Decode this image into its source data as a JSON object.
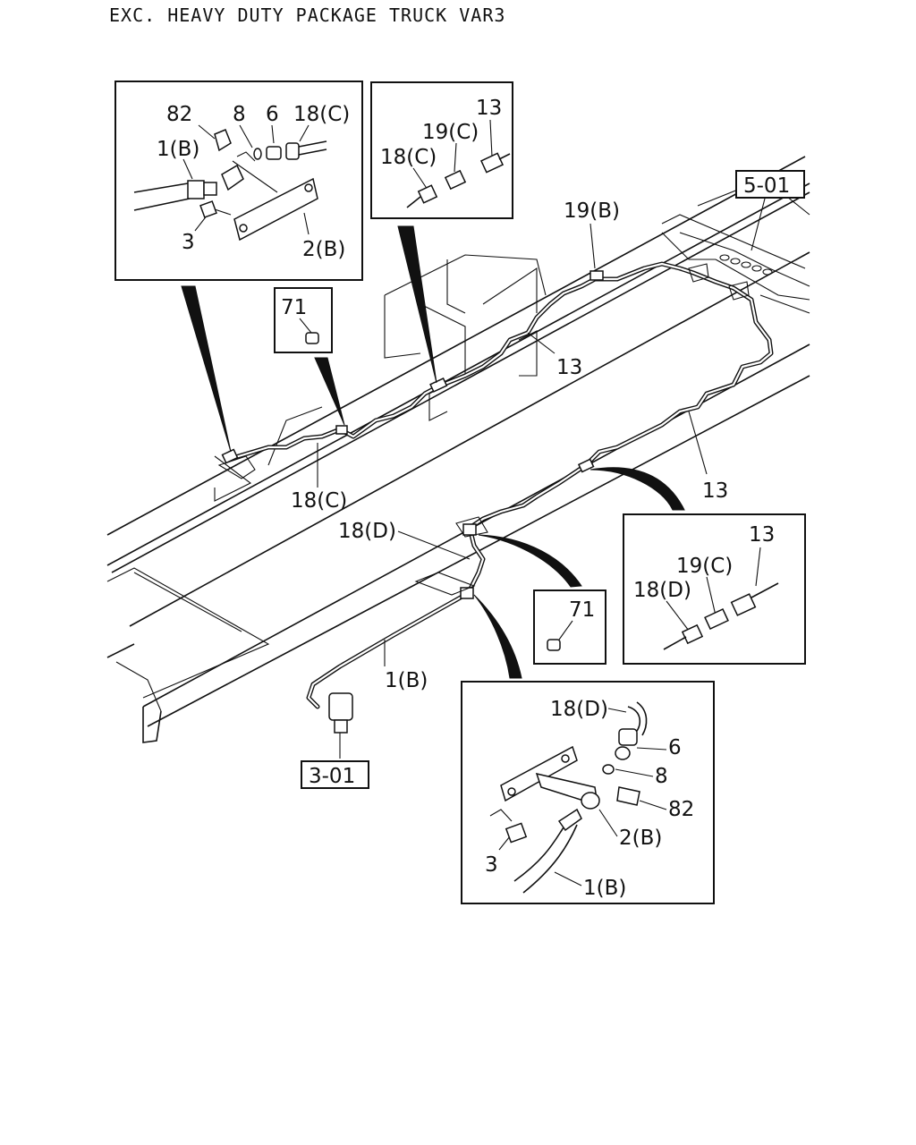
{
  "header": {
    "title": "EXC. HEAVY DUTY PACKAGE TRUCK VAR3"
  },
  "refs": {
    "ref_5_01": "5-01",
    "ref_3_01": "3-01"
  },
  "main_labels": {
    "l19b": "19(B)",
    "l13_a": "13",
    "l13_b": "13",
    "l18c": "18(C)",
    "l18d": "18(D)",
    "l1b": "1(B)"
  },
  "detail_top_left": {
    "l82": "82",
    "l8": "8",
    "l6": "6",
    "l18c": "18(C)",
    "l1b": "1(B)",
    "l3": "3",
    "l2b": "2(B)"
  },
  "detail_top_mid": {
    "l13": "13",
    "l19c": "19(C)",
    "l18c": "18(C)"
  },
  "detail_71_a": {
    "l71": "71"
  },
  "detail_71_b": {
    "l71": "71"
  },
  "detail_right": {
    "l13": "13",
    "l19c": "19(C)",
    "l18d": "18(D)"
  },
  "detail_bottom": {
    "l18d": "18(D)",
    "l6": "6",
    "l8": "8",
    "l82": "82",
    "l2b": "2(B)",
    "l3": "3",
    "l1b": "1(B)"
  }
}
